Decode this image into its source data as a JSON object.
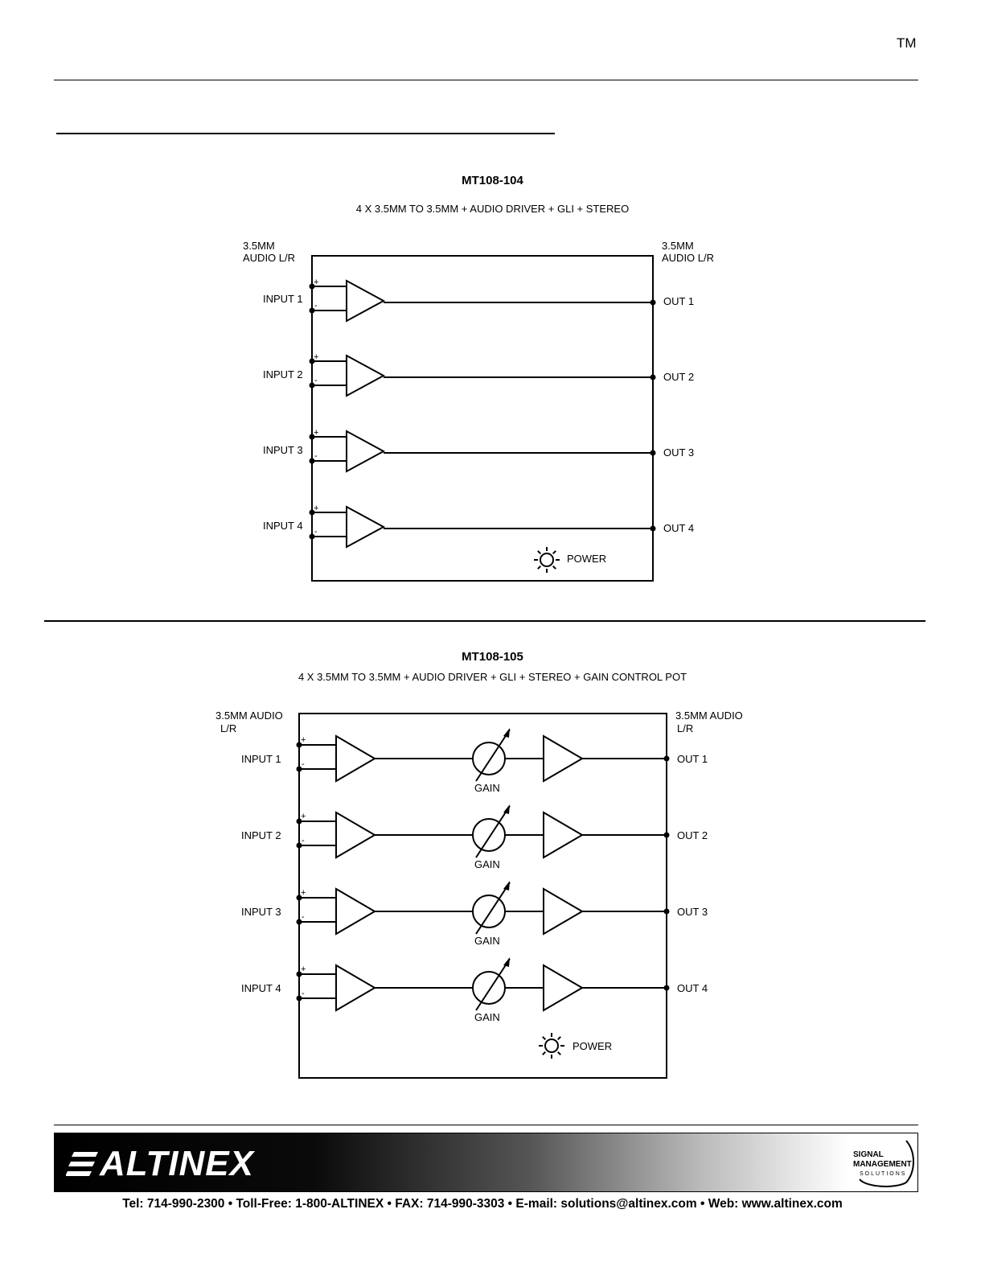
{
  "header": {
    "trademark": "TM"
  },
  "diagram1": {
    "title": "MT108-104",
    "subtitle": "4 X 3.5MM TO 3.5MM + AUDIO DRIVER + GLI + STEREO",
    "left_header": [
      "3.5MM",
      "AUDIO L/R"
    ],
    "right_header": [
      "3.5MM",
      "AUDIO L/R"
    ],
    "inputs": [
      "INPUT 1",
      "INPUT 2",
      "INPUT 3",
      "INPUT 4"
    ],
    "outputs": [
      "OUT 1",
      "OUT 2",
      "OUT 3",
      "OUT 4"
    ],
    "plus": "+",
    "minus": "-",
    "power_label": "POWER"
  },
  "diagram2": {
    "title": "MT108-105",
    "subtitle": "4 X 3.5MM TO 3.5MM + AUDIO DRIVER + GLI + STEREO + GAIN CONTROL POT",
    "left_header": [
      "3.5MM AUDIO",
      "L/R"
    ],
    "right_header": [
      "3.5MM AUDIO",
      "L/R"
    ],
    "inputs": [
      "INPUT 1",
      "INPUT 2",
      "INPUT 3",
      "INPUT 4"
    ],
    "outputs": [
      "OUT 1",
      "OUT 2",
      "OUT 3",
      "OUT 4"
    ],
    "gain_labels": [
      "GAIN",
      "GAIN",
      "GAIN",
      "GAIN"
    ],
    "plus": "+",
    "minus": "-",
    "power_label": "POWER"
  },
  "footer": {
    "logo_text": "ALTINEX",
    "badge_lines": [
      "SIGNAL",
      "MANAGEMENT",
      "SOLUTIONS"
    ],
    "contact": "Tel: 714-990-2300 • Toll-Free: 1-800-ALTINEX • FAX: 714-990-3303 • E-mail: solutions@altinex.com • Web: www.altinex.com"
  }
}
